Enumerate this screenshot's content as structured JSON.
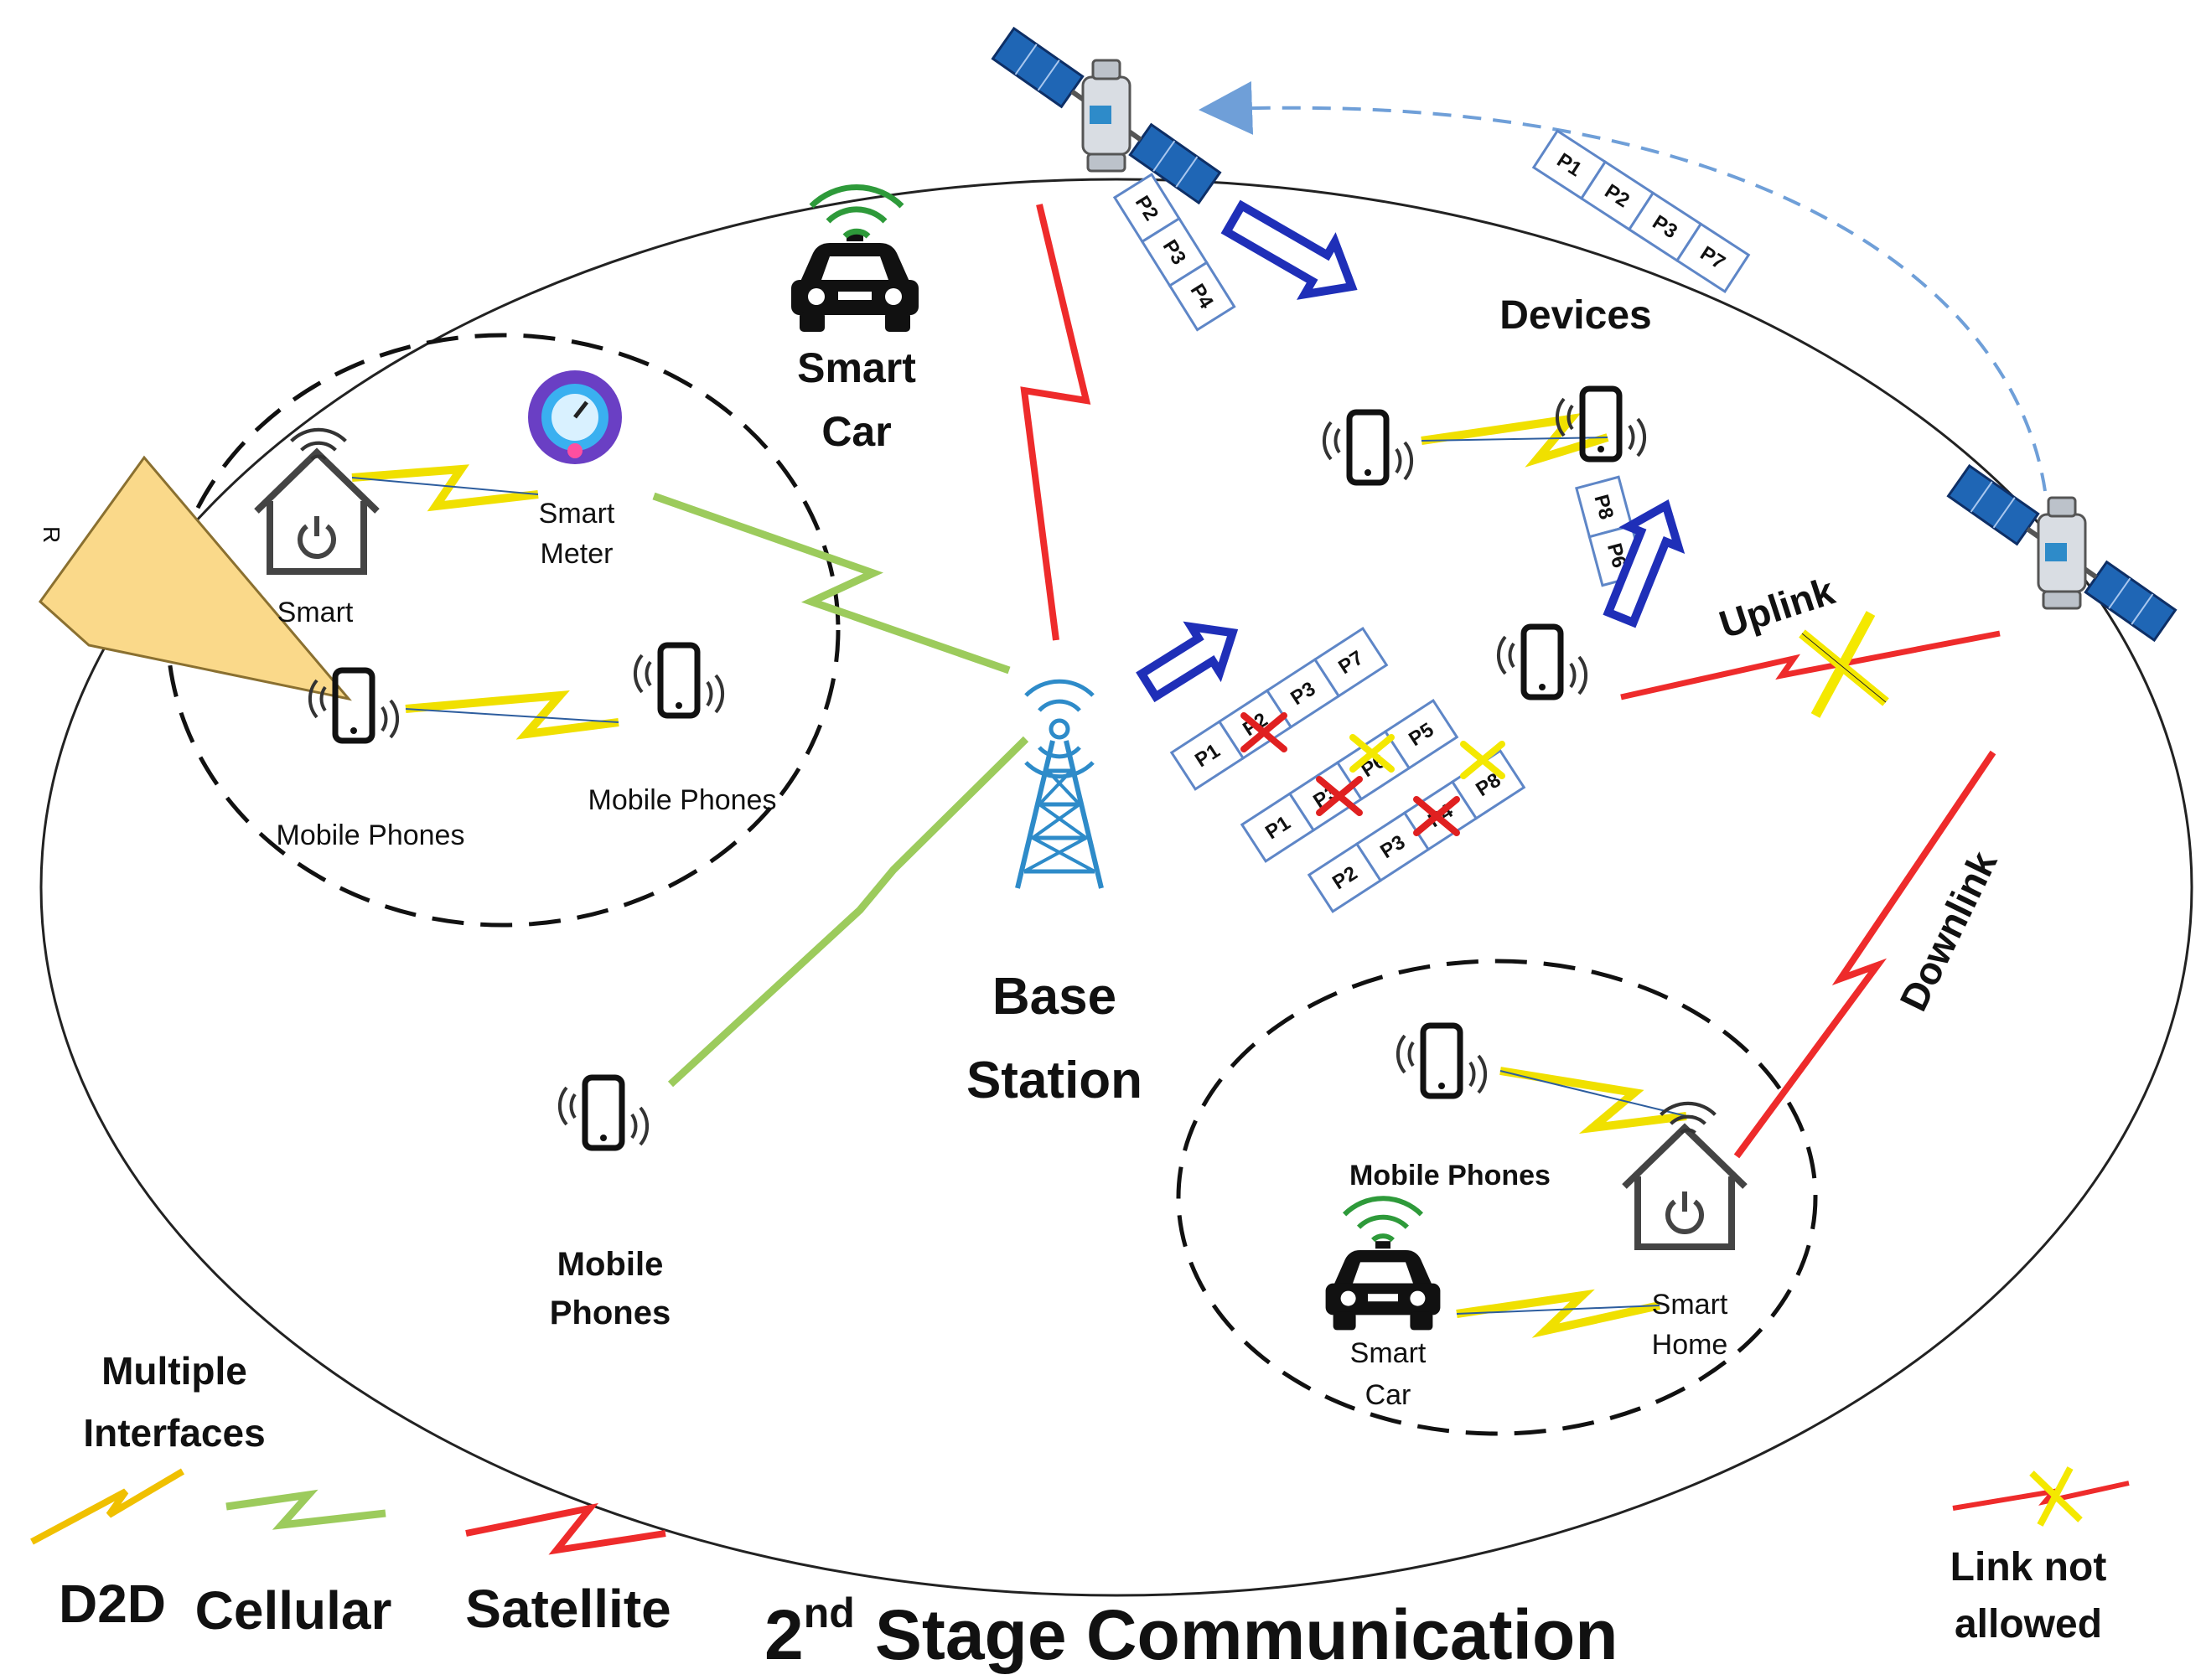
{
  "title": {
    "main": "2",
    "superscript": "nd",
    "rest": "Stage Communication"
  },
  "labels": {
    "smart_car_top": [
      "Smart",
      "Car"
    ],
    "devices": "Devices",
    "base_station": [
      "Base",
      "Station"
    ],
    "mobile_phones_center": [
      "Mobile",
      "Phones"
    ],
    "uplink": "Uplink",
    "downlink": "Downlink",
    "r_label": "R",
    "left_cluster": {
      "smart_home": "Smart",
      "smart_meter": [
        "Smart",
        "Meter"
      ],
      "phones_1": "Mobile Phones",
      "phones_2": "Mobile Phones"
    },
    "right_cluster": {
      "phones": "Mobile Phones",
      "smart_car": [
        "Smart",
        "Car"
      ],
      "smart_home": [
        "Smart",
        "Home"
      ]
    }
  },
  "packets": {
    "satellite_in": [
      "P2",
      "P3",
      "P4"
    ],
    "satellite_out": [
      "P1",
      "P2",
      "P3",
      "P7"
    ],
    "device_uplink": [
      "P8",
      "P6"
    ],
    "row1": [
      "P1",
      "P2",
      "P3",
      "P7"
    ],
    "row2": [
      "P1",
      "P3",
      "P6",
      "P5"
    ],
    "row3": [
      "P2",
      "P3",
      "P4",
      "P8"
    ]
  },
  "legend": {
    "title": [
      "Multiple",
      "Interfaces"
    ],
    "d2d": "D2D",
    "cellular": "Cellular",
    "satellite": "Satellite",
    "link_not_allowed": [
      "Link not",
      "allowed"
    ]
  },
  "colors": {
    "d2d": "#f0e000",
    "cellular": "#9ccb5c",
    "satellite": "#ee2b2b",
    "arrow_blue": "#1f2fb8",
    "packet_border": "#5e86c7",
    "cross_red": "#e02020",
    "cross_yellow": "#f4e800",
    "dashed_path": "#6f9fd8",
    "tower": "#2e8bc9",
    "wifi_green": "#2e9a3a"
  }
}
